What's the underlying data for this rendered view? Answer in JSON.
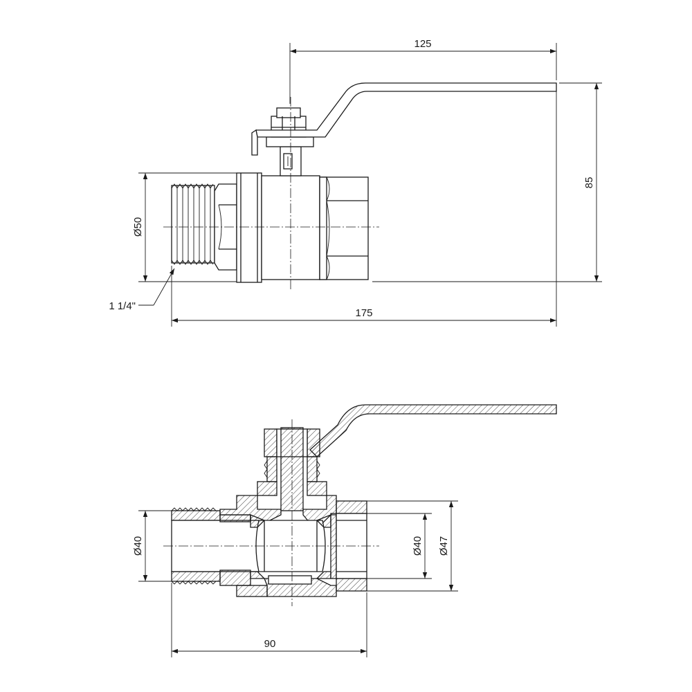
{
  "colors": {
    "line": "#1a1a1a",
    "background": "#ffffff"
  },
  "top_view": {
    "dim_lever_length": "125",
    "dim_height": "85",
    "dim_diameter": "Ø50",
    "dim_total_length": "175",
    "thread_label": "1 1/4\""
  },
  "section_view": {
    "dim_left_bore": "Ø40",
    "dim_right_bore": "Ø40",
    "dim_right_outer": "Ø47",
    "dim_body_length": "90"
  }
}
